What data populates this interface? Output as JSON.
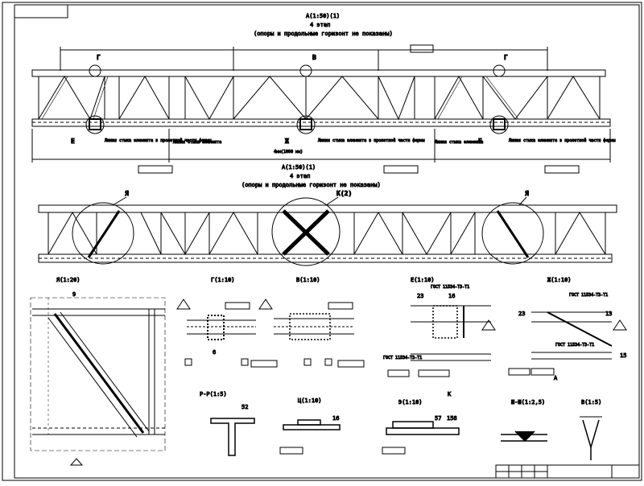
{
  "titles": {
    "top_view": "А(1:50)(1)",
    "top_stage": "4 этап",
    "top_note": "(опоры и продольные горизонт не показаны)",
    "mid_view": "А(1:50)(1)",
    "mid_stage": "4 этап",
    "mid_note": "(опоры и продольные горизонт не показаны)"
  },
  "callouts": {
    "g_left": "Г",
    "v_top": "В",
    "g_right": "Г",
    "e_left": "Е",
    "zh_mid": "Ж",
    "e_right": "Е",
    "ya_left": "Я",
    "k_mid": "К(2)",
    "ya_right": "Я"
  },
  "bottom_notes": {
    "left": "Линия стыка элемента в пролетной части фермы",
    "mid": "Линия стыка элемента в пролетной части фермы",
    "right": "Линия стыка элемента в пролетной части фермы",
    "dim_mid": "4мм(1000 мм)",
    "small_left": "Линия стыка элемента",
    "small_right": "Линия стыка элемента"
  },
  "details": {
    "d1": "Я(1:20)",
    "d2": "Г(1:10)",
    "d3": "В(1:10)",
    "d4": "Е(1:10)",
    "d5": "Ж(1:10)",
    "s1": "Р-Р(1:5)",
    "s2": "Ц(1:10)",
    "s3": "Э(1:10)",
    "s4": "Ш-Ш(1:2,5)",
    "s5": "В(1:5)"
  },
  "gost": {
    "g1": "ГОСТ 11534-Т3-Т1",
    "g2": "ГОСТ 11534-Т3-Т1",
    "g3": "ГОСТ 11534-Т3-Т1",
    "g4": "ГОСТ 11534-Т3-Т1"
  },
  "numbers": {
    "n9": "9",
    "n6": "6",
    "n16a": "16",
    "n23a": "23",
    "n16b": "16",
    "n13": "13",
    "n15": "15",
    "n23b": "23",
    "n52": "52",
    "n57": "57",
    "n158": "158"
  },
  "markers": {
    "kl": "К",
    "ar": "А"
  }
}
